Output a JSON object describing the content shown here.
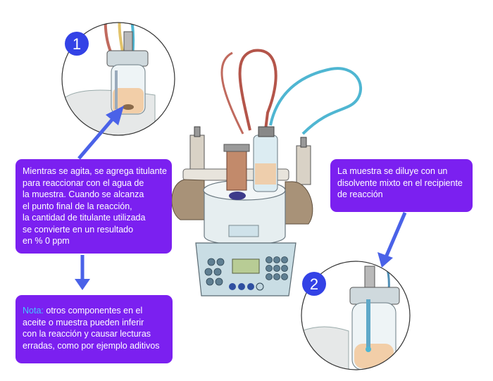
{
  "badges": {
    "one": "1",
    "two": "2"
  },
  "callouts": {
    "titration": {
      "lines": [
        "Mientras se agita, se agrega titulante",
        "para reaccionar con el agua de",
        "la muestra. Cuando se alcanza",
        "el punto final de la reacción,",
        "la cantidad de titulante utilizada",
        "se convierte en un resultado",
        "en % 0 ppm"
      ]
    },
    "dilution": {
      "lines": [
        "La muestra se diluye con un",
        "disolvente mixto en el recipiente",
        "de reacción"
      ]
    },
    "note": {
      "label": "Nota:",
      "lines": [
        " otros componentes en el",
        "aceite o muestra pueden inferir",
        "con la reacción y causar lecturas",
        "erradas, como por ejemplo aditivos"
      ]
    }
  },
  "colors": {
    "callout_bg": "#7b20f0",
    "arrow": "#4a62e8",
    "badge": "#3342e6",
    "note_label": "#41c8ff",
    "cable_red": "#b4554a",
    "cable_blue": "#4fb6d2",
    "sample_fill": "#f2c79a"
  },
  "icons": {
    "arrow_icon": "arrow-icon",
    "badge_icon": "circle-number-icon"
  }
}
